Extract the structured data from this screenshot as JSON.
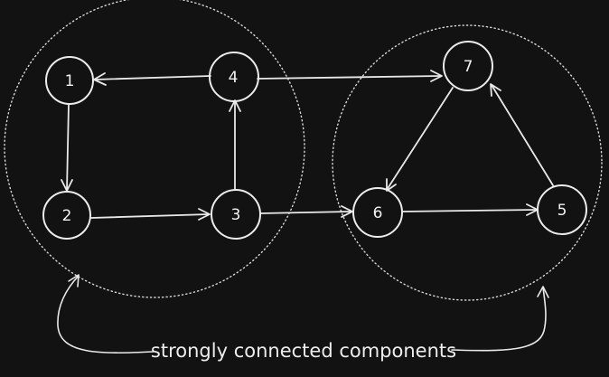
{
  "diagram": {
    "components": [
      {
        "id": "scc-left",
        "nodes": [
          "1",
          "2",
          "3",
          "4"
        ]
      },
      {
        "id": "scc-right",
        "nodes": [
          "5",
          "6",
          "7"
        ]
      }
    ],
    "nodes": [
      {
        "id": "n1",
        "label": "1"
      },
      {
        "id": "n2",
        "label": "2"
      },
      {
        "id": "n3",
        "label": "3"
      },
      {
        "id": "n4",
        "label": "4"
      },
      {
        "id": "n5",
        "label": "5"
      },
      {
        "id": "n6",
        "label": "6"
      },
      {
        "id": "n7",
        "label": "7"
      }
    ],
    "edges": [
      {
        "from": "4",
        "to": "1"
      },
      {
        "from": "1",
        "to": "2"
      },
      {
        "from": "2",
        "to": "3"
      },
      {
        "from": "3",
        "to": "4"
      },
      {
        "from": "4",
        "to": "7"
      },
      {
        "from": "3",
        "to": "6"
      },
      {
        "from": "7",
        "to": "6"
      },
      {
        "from": "6",
        "to": "5"
      },
      {
        "from": "5",
        "to": "7"
      }
    ],
    "caption": "strongly connected components",
    "colors": {
      "background": "#121212",
      "ink": "#e9e9e9"
    }
  }
}
